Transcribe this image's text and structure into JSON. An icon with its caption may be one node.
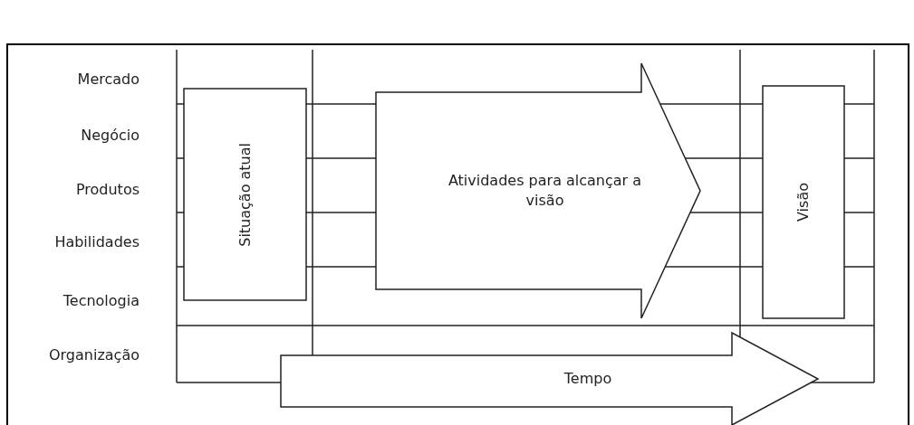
{
  "diagram": {
    "nodes": [
      {
        "text": [
          "Situação atual"
        ]
      },
      {
        "text": [
          "Atividades para alcançar a visão"
        ]
      },
      {
        "text": [
          "Visão"
        ]
      },
      {
        "text": [
          "Tempo"
        ]
      }
    ],
    "labels": [
      "Mercado",
      "Negócio",
      "Produtos",
      "Habilidades",
      "Tecnologia",
      "Organização"
    ]
  }
}
